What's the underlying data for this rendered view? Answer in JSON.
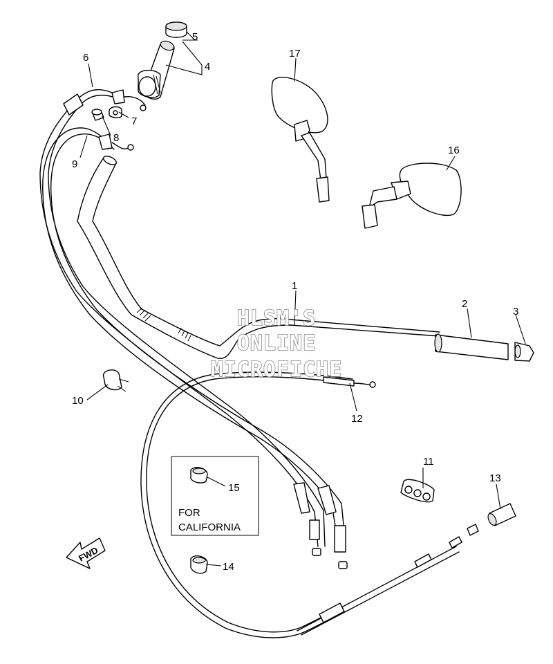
{
  "callouts": {
    "c1": "1",
    "c2": "2",
    "c3": "3",
    "c4": "4",
    "c5": "5",
    "c6": "6",
    "c7": "7",
    "c8": "8",
    "c9": "9",
    "c10": "10",
    "c11": "11",
    "c12": "12",
    "c13": "13",
    "c14": "14",
    "c15": "15",
    "c16": "16",
    "c17": "17"
  },
  "california_box": {
    "line1": "FOR",
    "line2": "CALIFORNIA"
  },
  "direction_arrow": {
    "label": "FWD"
  },
  "watermark": {
    "line1": "HLSM'S",
    "line2": "ONLINE",
    "line3": "MICROFICHE"
  }
}
